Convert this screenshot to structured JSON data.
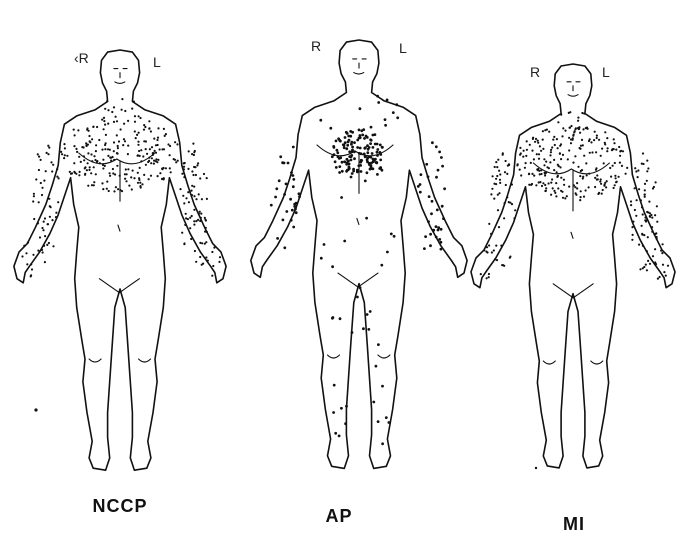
{
  "figures": [
    {
      "id": "nccp",
      "caption": "NCCP",
      "right_label": "‹R",
      "left_label": "L",
      "dot_density": "diffuse-upper"
    },
    {
      "id": "ap",
      "caption": "AP",
      "right_label": "R",
      "left_label": "L",
      "dot_density": "central-chest"
    },
    {
      "id": "mi",
      "caption": "MI",
      "right_label": "R",
      "left_label": "L",
      "dot_density": "diffuse-upper"
    }
  ],
  "colors": {
    "ink": "#111111",
    "paper": "#ffffff"
  }
}
